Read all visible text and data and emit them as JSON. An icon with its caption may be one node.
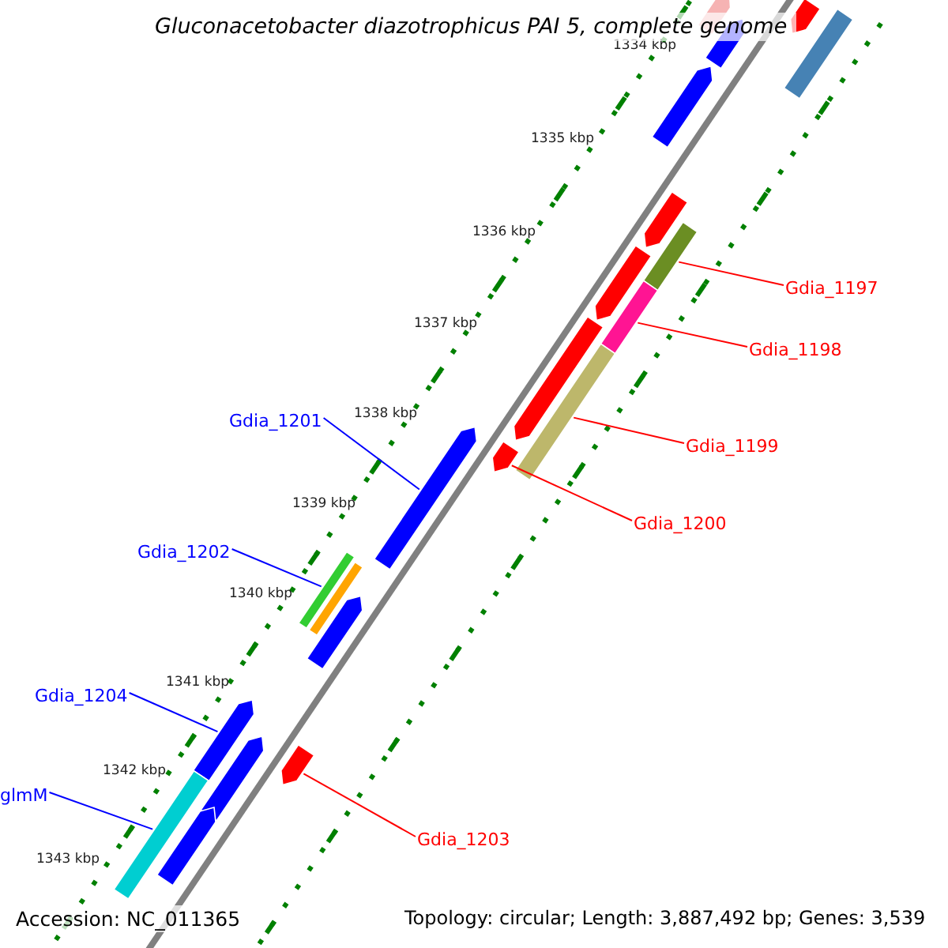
{
  "diagram": {
    "title": "Gluconacetobacter diazotrophicus PAI 5, complete genome",
    "nodes": [
      {
        "text": [
          "Gdia_1197"
        ]
      },
      {
        "text": [
          "Gdia_1198"
        ]
      },
      {
        "text": [
          "Gdia_1199"
        ]
      },
      {
        "text": [
          "Gdia_1200"
        ]
      },
      {
        "text": [
          "Gdia_1201"
        ]
      },
      {
        "text": [
          "Gdia_1202"
        ]
      },
      {
        "text": [
          "Gdia_1204"
        ]
      },
      {
        "text": [
          "glmM"
        ]
      },
      {
        "text": [
          "Gdia_1203"
        ]
      },
      {
        "text": [],
        "shape": "bar"
      },
      {
        "text": [],
        "shape": "bar"
      },
      {
        "text": [],
        "shape": "bar"
      },
      {
        "text": [],
        "shape": "pentagon"
      },
      {
        "text": [],
        "shape": "pentagon"
      },
      {
        "text": [],
        "shape": "bar"
      },
      {
        "text": [],
        "shape": "pentagon"
      },
      {
        "text": [],
        "shape": "bar"
      },
      {
        "text": [],
        "shape": "pentagon"
      },
      {
        "text": [],
        "shape": "pentagon"
      },
      {
        "text": [],
        "shape": "pentagon"
      },
      {
        "text": [],
        "shape": "pentagon"
      },
      {
        "text": [],
        "shape": "pentagon"
      },
      {
        "text": [],
        "shape": "bar"
      },
      {
        "text": [],
        "shape": "pentagon"
      },
      {
        "text": [],
        "shape": "pentagon"
      },
      {
        "text": [],
        "shape": "pentagon"
      },
      {
        "text": [],
        "shape": "bar"
      },
      {
        "text": [],
        "shape": "pentagon"
      },
      {
        "text": [],
        "shape": "pentagon"
      },
      {
        "text": [],
        "shape": "pentagon"
      }
    ],
    "edges": [
      {
        "from": 0,
        "to": 9,
        "arrow": "none"
      },
      {
        "from": 1,
        "to": 10,
        "arrow": "none"
      },
      {
        "from": 2,
        "to": 11,
        "arrow": "none"
      },
      {
        "from": 3,
        "to": 12,
        "arrow": "none"
      },
      {
        "from": 4,
        "to": 13,
        "arrow": "none",
        "color": "#0000ff"
      },
      {
        "from": 5,
        "to": 14,
        "arrow": "none",
        "color": "#0000ff"
      },
      {
        "from": 6,
        "to": 15,
        "arrow": "none",
        "color": "#0000ff"
      },
      {
        "from": 7,
        "to": 16,
        "arrow": "none",
        "color": "#0000ff"
      },
      {
        "from": 8,
        "to": 17,
        "arrow": "none"
      }
    ],
    "labels": [
      "1334 kbp",
      "1335 kbp",
      "1336 kbp",
      "1337 kbp",
      "1338 kbp",
      "1339 kbp",
      "1340 kbp",
      "1341 kbp",
      "1342 kbp",
      "1343 kbp",
      "Accession: NC_011365",
      "Topology: circular; Length: 3,887,492 bp; Genes: 3,539"
    ]
  }
}
